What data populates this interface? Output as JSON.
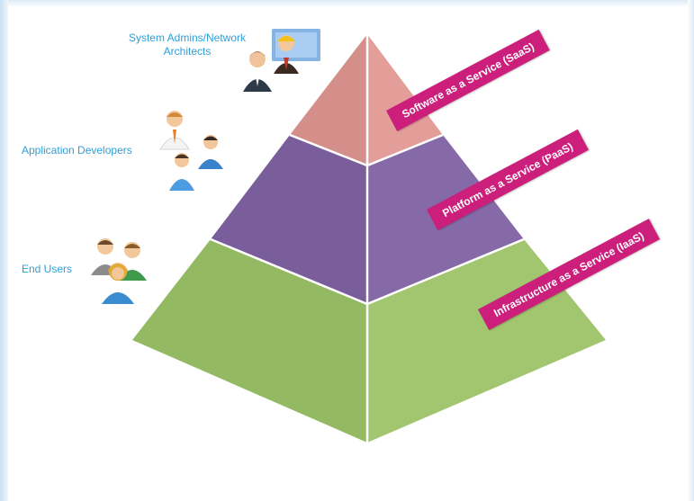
{
  "roles": {
    "sysadmin": "System Admins/Network\nArchitects",
    "developers": "Application Developers",
    "end_users": "End Users"
  },
  "service_layers": [
    {
      "label": "Software as a Service (SaaS)",
      "color": "#d58f8b",
      "side_color": "#e49e9a"
    },
    {
      "label": "Platform as a Service (PaaS)",
      "color": "#7a5e9c",
      "side_color": "#866aa8"
    },
    {
      "label": "Infrastructure as a Service (IaaS)",
      "color": "#93ba63",
      "side_color": "#a2c56f"
    }
  ],
  "colors": {
    "accent_tag": "#cc1f7c",
    "label_text": "#2e9fd6",
    "edge": "#ffffff"
  },
  "icons": {
    "sysadmin": "people-icon",
    "developers": "people-icon",
    "end_users": "people-icon"
  }
}
